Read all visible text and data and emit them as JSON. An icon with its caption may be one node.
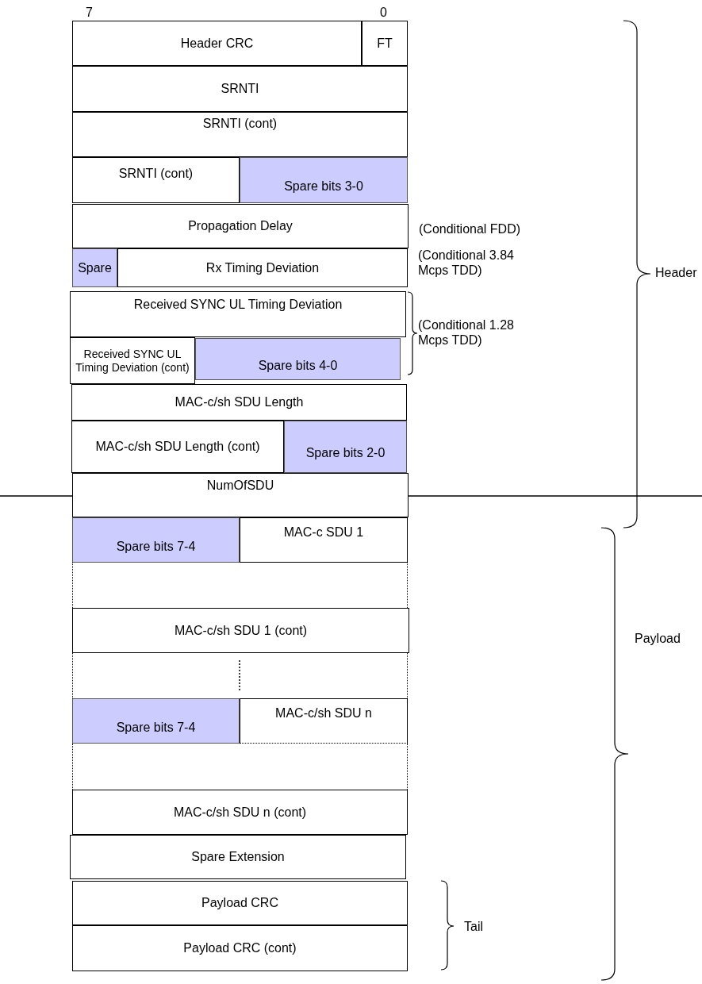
{
  "diagram": {
    "nodes": [
      {
        "text": [
          "Header CRC"
        ]
      },
      {
        "text": [
          "FT"
        ]
      },
      {
        "text": [
          "SRNTI"
        ]
      },
      {
        "text": [
          "SRNTI (cont)"
        ]
      },
      {
        "text": [
          "SRNTI (cont)"
        ]
      },
      {
        "text": [
          "Spare bits 3-0"
        ]
      },
      {
        "text": [
          "Propagation Delay"
        ]
      },
      {
        "text": [
          "Spare"
        ]
      },
      {
        "text": [
          "Rx Timing Deviation"
        ]
      },
      {
        "text": [
          "Received SYNC UL Timing Deviation"
        ]
      },
      {
        "text": [
          "Received SYNC UL Timing Deviation (cont)"
        ]
      },
      {
        "text": [
          "Spare bits 4-0"
        ]
      },
      {
        "text": [
          "MAC-c/sh SDU Length"
        ]
      },
      {
        "text": [
          "MAC-c/sh SDU Length (cont)"
        ]
      },
      {
        "text": [
          "Spare bits 2-0"
        ]
      },
      {
        "text": [
          "NumOfSDU"
        ]
      },
      {
        "text": [
          "Spare bits 7-4"
        ]
      },
      {
        "text": [
          "MAC-c SDU 1"
        ]
      },
      {
        "text": [],
        "shape": "box"
      },
      {
        "text": [
          "MAC-c/sh SDU 1 (cont)"
        ]
      },
      {
        "text": [],
        "shape": "box"
      },
      {
        "text": [
          "Spare bits 7-4"
        ]
      },
      {
        "text": [
          "MAC-c/sh SDU n"
        ]
      },
      {
        "text": [],
        "shape": "box"
      },
      {
        "text": [
          "MAC-c/sh SDU n (cont)"
        ]
      },
      {
        "text": [
          "Spare Extension"
        ]
      },
      {
        "text": [
          "Payload CRC"
        ]
      },
      {
        "text": [
          "Payload CRC (cont)"
        ]
      }
    ],
    "labels": [
      "7",
      "0",
      "(Conditional FDD)",
      "(Conditional 3.84 Mcps TDD)",
      "Header",
      "(Conditional 1.28 Mcps TDD)",
      "Payload",
      "Tail"
    ]
  }
}
